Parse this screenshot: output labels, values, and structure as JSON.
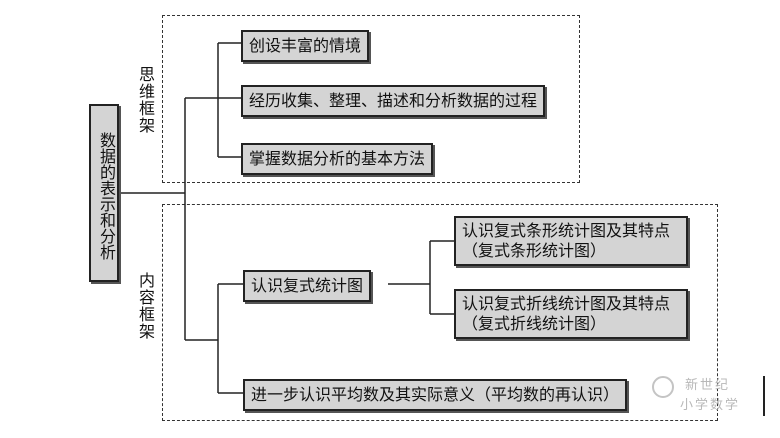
{
  "root": "数据的表示和分析",
  "groups": [
    {
      "label": "思维框架",
      "items": [
        "创设丰富的情境",
        "经历收集、整理、描述和分析数据的过程",
        "掌握数据分析的基本方法"
      ]
    },
    {
      "label": "内容框架",
      "items": [
        "认识复式统计图",
        "进一步认识平均数及其实际意义（平均数的再认识）"
      ],
      "sub_items": [
        {
          "title": "认识复式条形统计图及其特点",
          "note": "（复式条形统计图）"
        },
        {
          "title": "认识复式折线统计图及其特点",
          "note": "（复式折线统计图）"
        }
      ]
    }
  ],
  "watermark": {
    "line1": "新世纪",
    "line2": "小学数学"
  }
}
